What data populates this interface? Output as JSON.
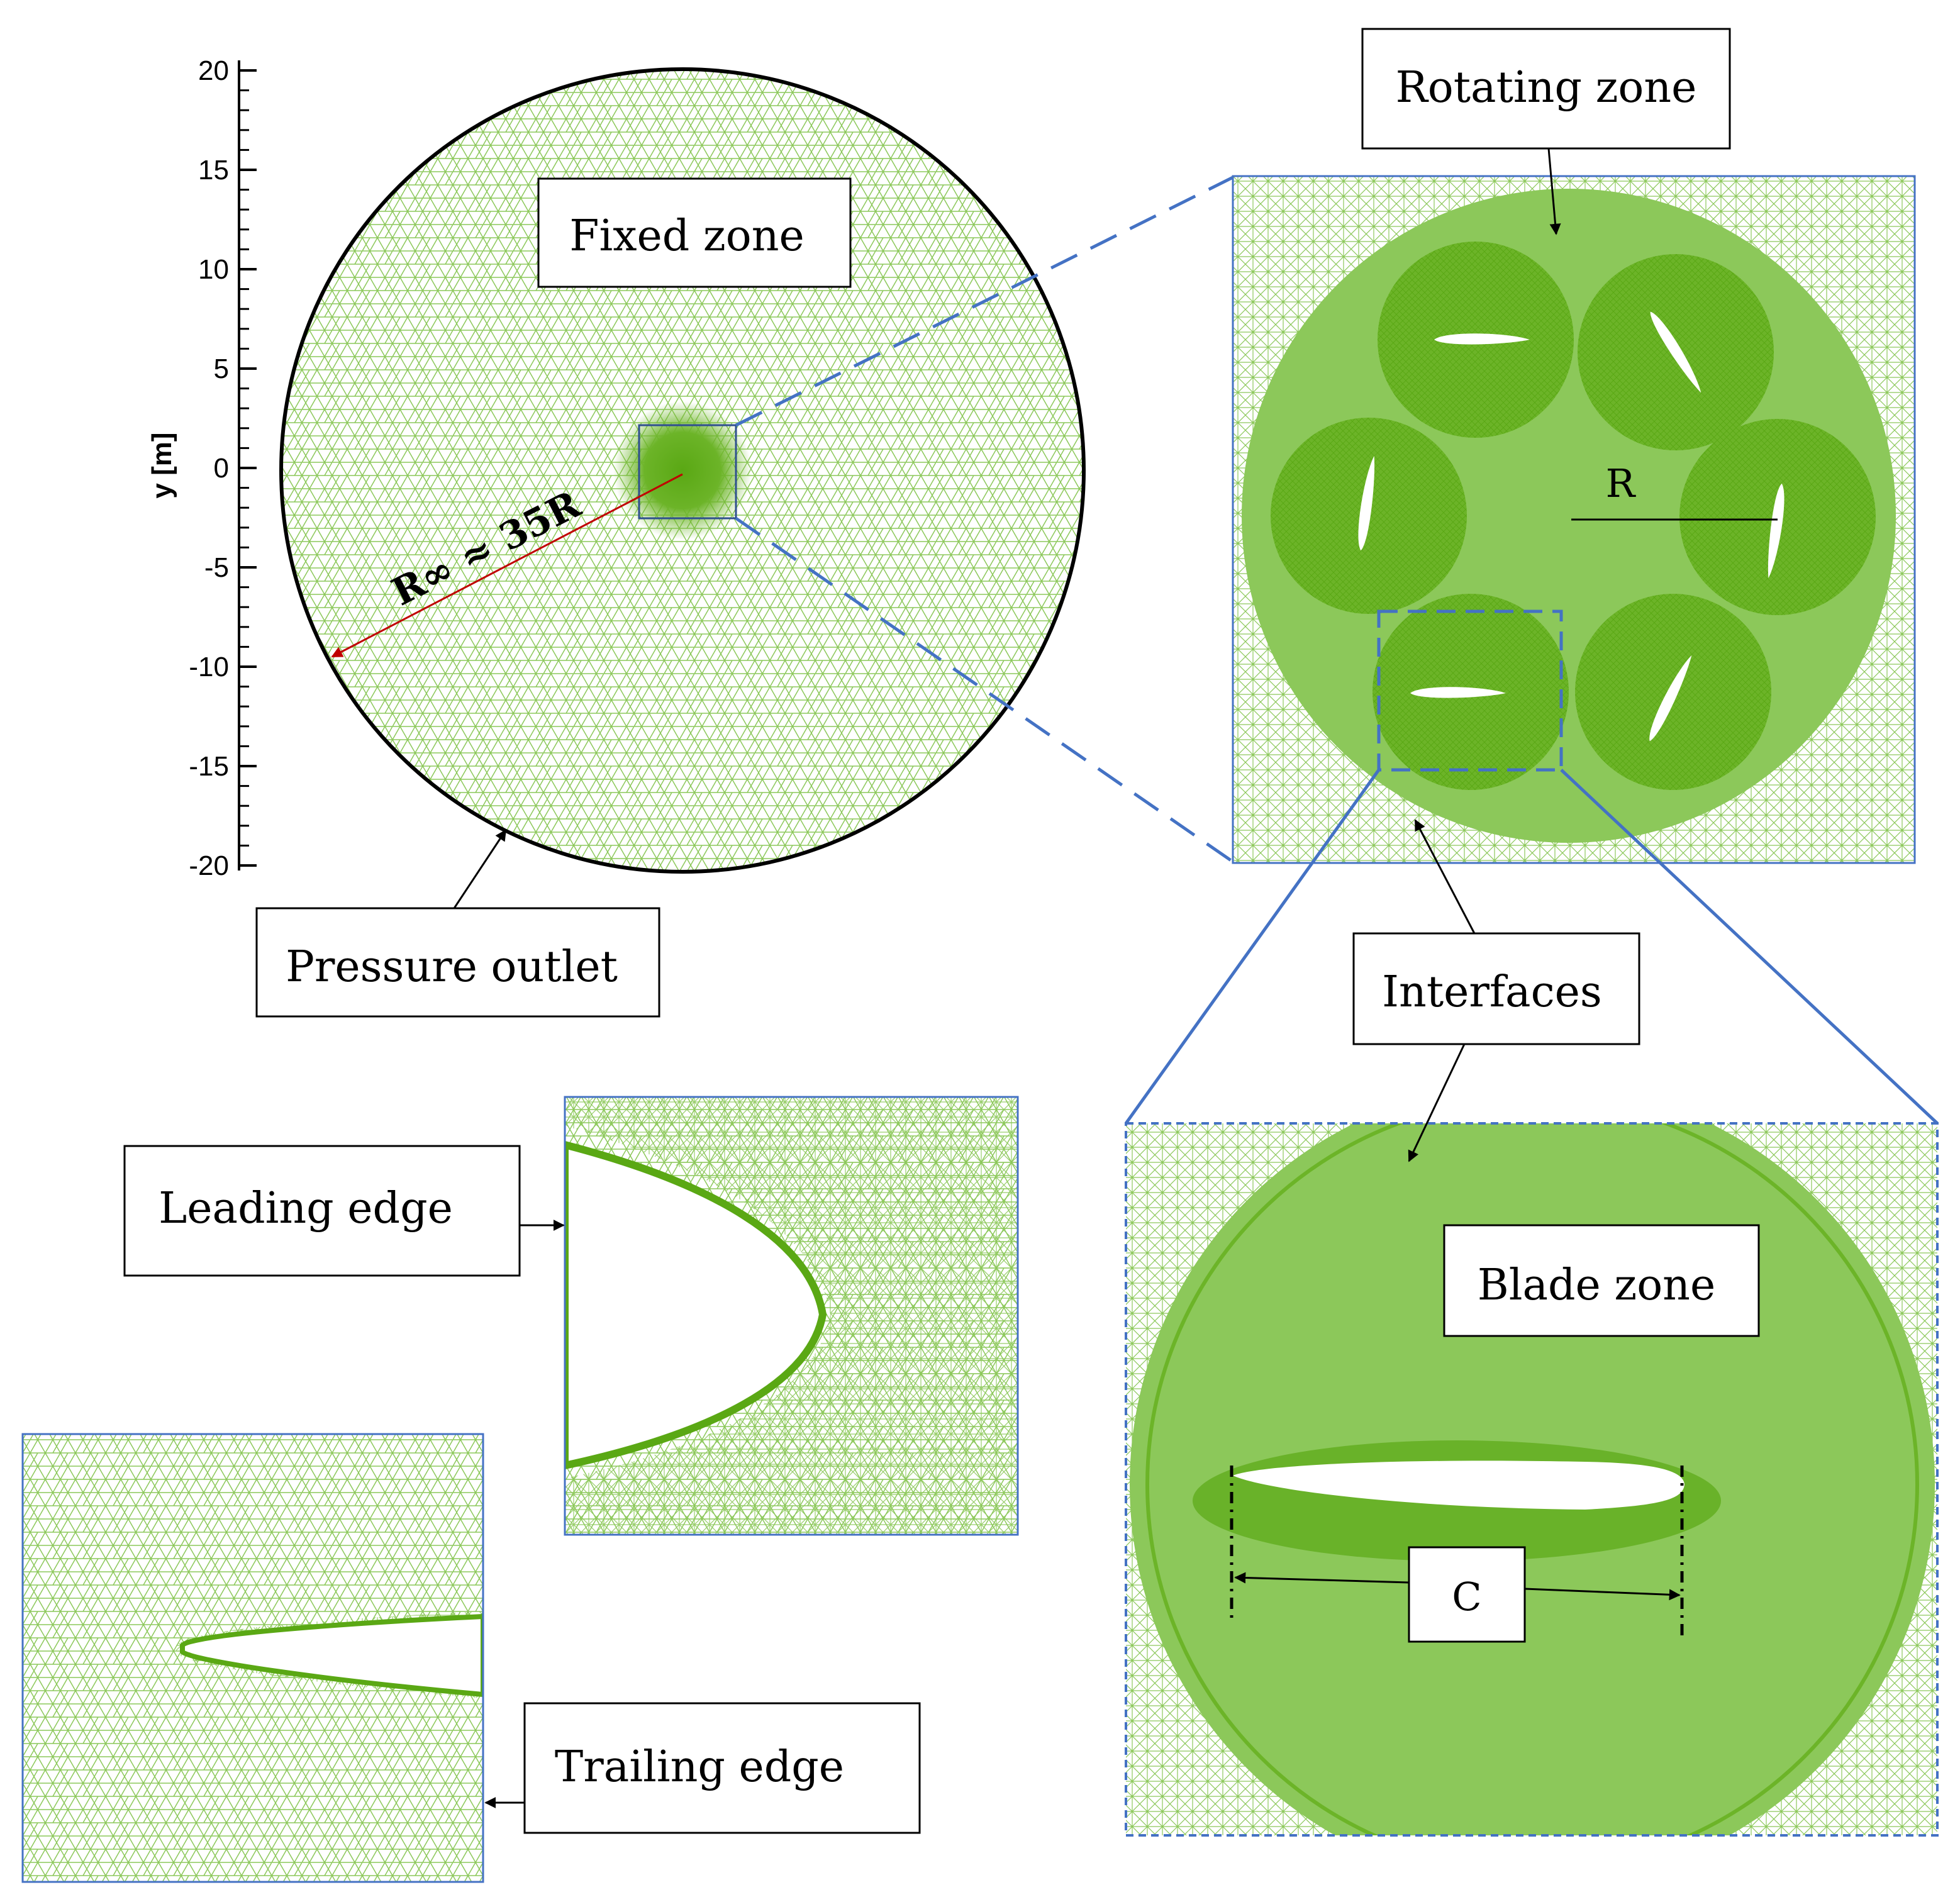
{
  "colors": {
    "mesh_light": "#8cc85a",
    "mesh_dense": "#5aa814",
    "zoom_line": "#4472c4",
    "radius_arrow": "#c00000"
  },
  "axis": {
    "title": "y [m]",
    "ticks": [
      "20",
      "15",
      "10",
      "5",
      "0",
      "-5",
      "-10",
      "-15",
      "-20"
    ]
  },
  "labels": {
    "fixed_zone": "Fixed zone",
    "rotating_zone": "Rotating zone",
    "pressure_outlet": "Pressure outlet",
    "interfaces": "Interfaces",
    "blade_zone": "Blade zone",
    "leading_edge": "Leading edge",
    "trailing_edge": "Trailing edge",
    "radius": "R",
    "chord": "C",
    "far_field_radius": "R∞ ≈ 35R"
  }
}
